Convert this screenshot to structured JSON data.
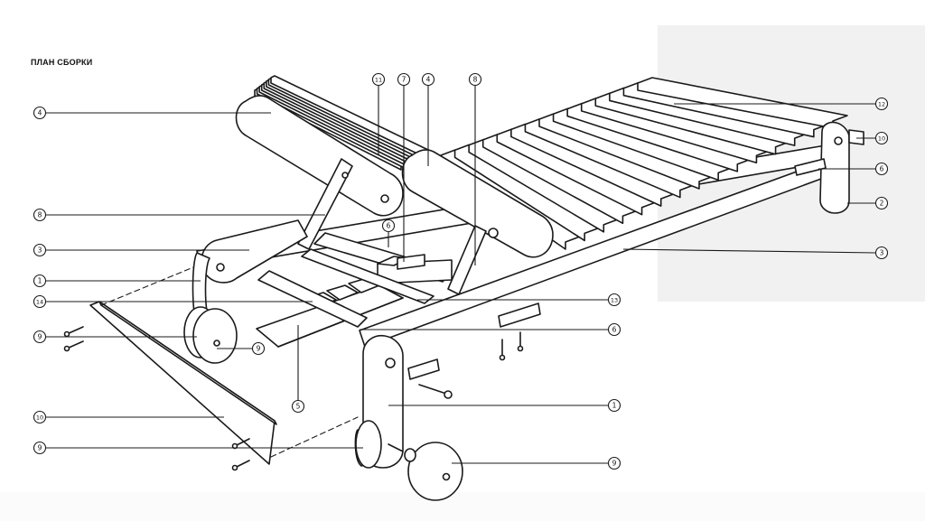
{
  "diagram": {
    "title": "ПЛАН СБОРКИ",
    "callouts": [
      {
        "id": "left-4",
        "label": "4"
      },
      {
        "id": "left-8",
        "label": "8"
      },
      {
        "id": "left-3",
        "label": "3"
      },
      {
        "id": "left-1",
        "label": "1"
      },
      {
        "id": "left-14",
        "label": "14"
      },
      {
        "id": "left-9a",
        "label": "9"
      },
      {
        "id": "left-10",
        "label": "10"
      },
      {
        "id": "left-9b",
        "label": "9"
      },
      {
        "id": "top-11",
        "label": "11"
      },
      {
        "id": "top-7",
        "label": "7"
      },
      {
        "id": "top-4",
        "label": "4"
      },
      {
        "id": "top-8",
        "label": "8"
      },
      {
        "id": "inner-6",
        "label": "6"
      },
      {
        "id": "wheel-9",
        "label": "9"
      },
      {
        "id": "bottom-5",
        "label": "5"
      },
      {
        "id": "right-12",
        "label": "12"
      },
      {
        "id": "right-10",
        "label": "10"
      },
      {
        "id": "right-6a",
        "label": "6"
      },
      {
        "id": "right-2",
        "label": "2"
      },
      {
        "id": "right-3",
        "label": "3"
      },
      {
        "id": "right-13",
        "label": "13"
      },
      {
        "id": "right-6b",
        "label": "6"
      },
      {
        "id": "right-1",
        "label": "1"
      },
      {
        "id": "right-9",
        "label": "9"
      }
    ]
  }
}
